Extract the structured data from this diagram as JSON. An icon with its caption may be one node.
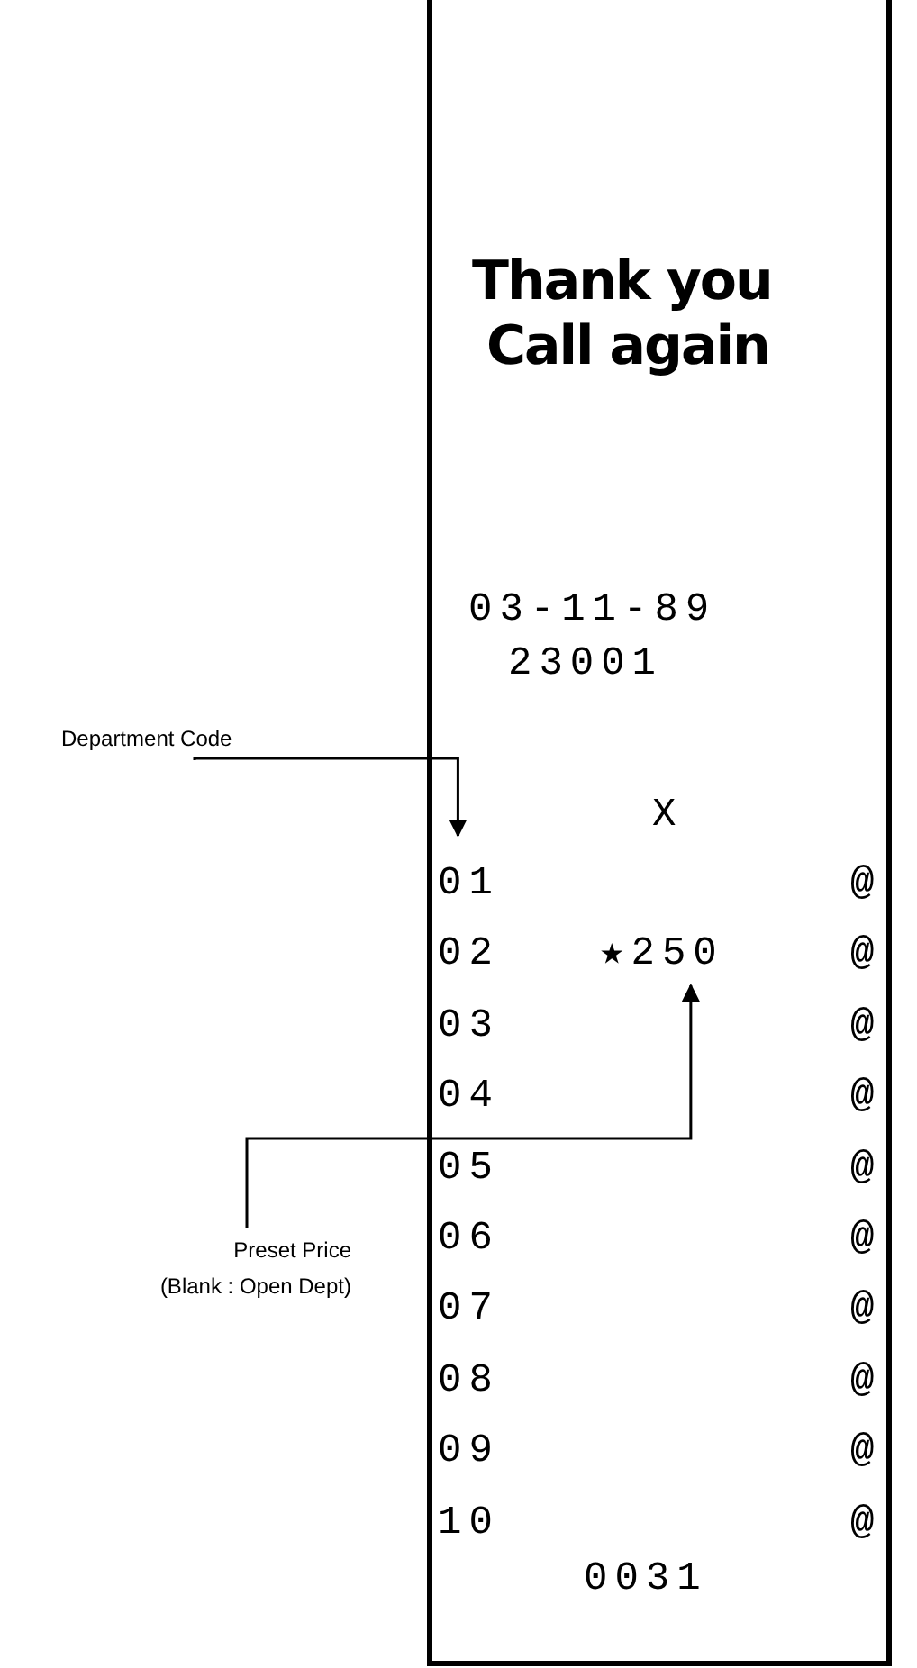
{
  "diagram": {
    "nodes": [
      {
        "text": [],
        "shape": "box"
      },
      {
        "text": [
          "Department Code"
        ]
      },
      {
        "text": [
          "01"
        ],
        "in": 0
      },
      {
        "text": [
          "★250"
        ],
        "in": 0
      },
      {
        "text": [
          "Preset Price",
          "(Blank : Open Dept)"
        ]
      }
    ],
    "edges": [
      {
        "from": 1,
        "to": 2,
        "arrow": "to"
      },
      {
        "from": 4,
        "to": 3,
        "arrow": "to"
      }
    ],
    "labels": [
      "Thank you",
      "Call again",
      "03-11-89",
      "23001",
      "X",
      "@",
      "02",
      "@",
      "03",
      "@",
      "04",
      "@",
      "05",
      "@",
      "06",
      "@",
      "07",
      "@",
      "08",
      "@",
      "09",
      "@",
      "10",
      "@",
      "0031"
    ]
  }
}
